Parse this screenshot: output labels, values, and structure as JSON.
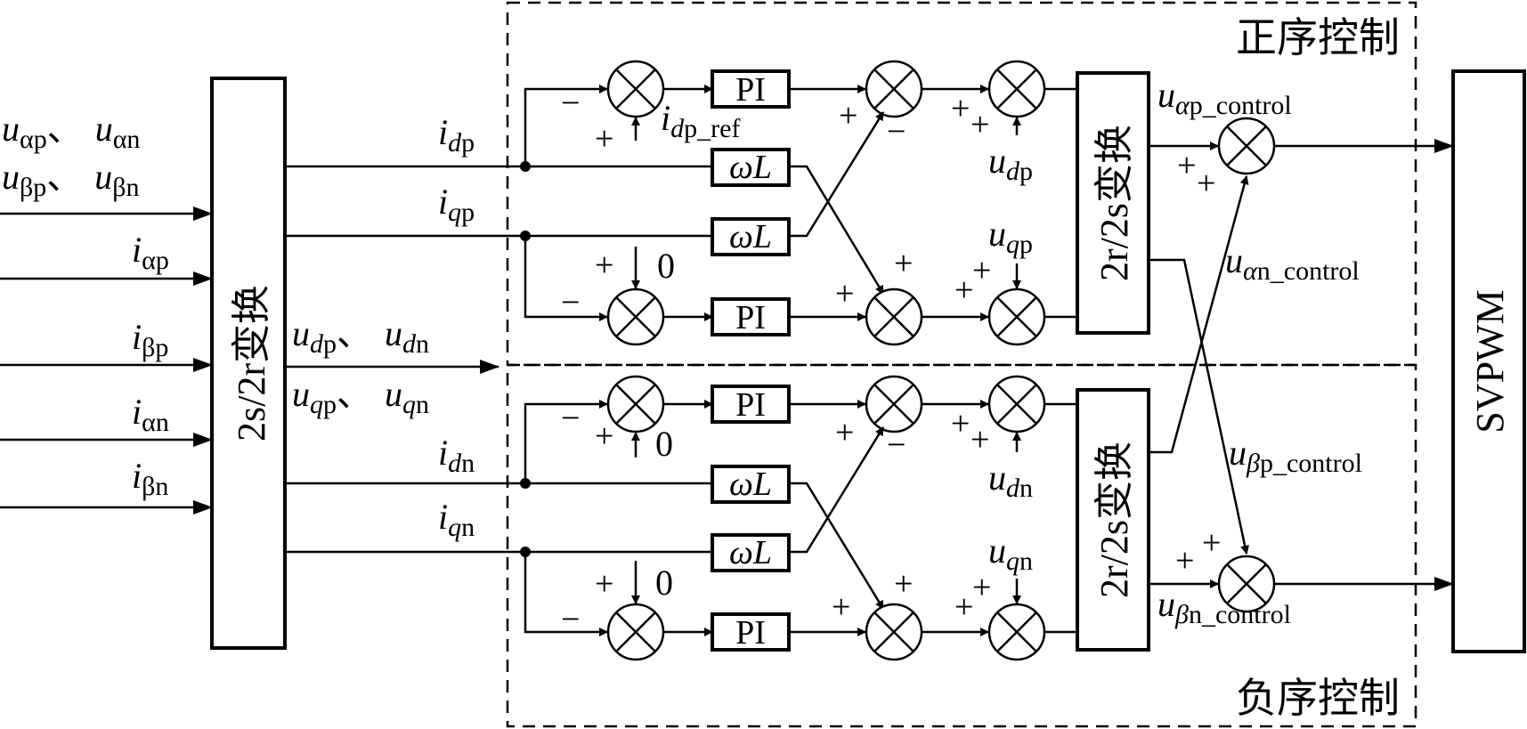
{
  "regions": {
    "positive_seq": "正序控制",
    "negative_seq": "负序控制"
  },
  "blocks": {
    "abc_to_dq": "2s/2r变换",
    "dq_to_ab_top": "2r/2s变换",
    "dq_to_ab_bottom": "2r/2s变换",
    "pi": "PI",
    "omega_L_sym": "ω",
    "omega_L_var": "L",
    "svpwm": "SVPWM"
  },
  "inputs": {
    "u_alpha": {
      "a1": "u",
      "a1s": "αp",
      "sep": "、",
      "a2": "u",
      "a2s": "αn"
    },
    "u_beta": {
      "a1": "u",
      "a1s": "βp",
      "sep": "、",
      "a2": "u",
      "a2s": "βn"
    },
    "i_alpha_p": {
      "v": "i",
      "s": "αp"
    },
    "i_beta_p": {
      "v": "i",
      "s": "βp"
    },
    "i_alpha_n": {
      "v": "i",
      "s": "αn"
    },
    "i_beta_n": {
      "v": "i",
      "s": "βn"
    }
  },
  "signals": {
    "i_dp": {
      "v": "i",
      "s1": "d",
      "s2": "p"
    },
    "i_qp": {
      "v": "i",
      "s1": "q",
      "s2": "p"
    },
    "i_dn": {
      "v": "i",
      "s1": "d",
      "s2": "n"
    },
    "i_qn": {
      "v": "i",
      "s1": "q",
      "s2": "n"
    },
    "u_dq_out": {
      "a": "u",
      "a1": "d",
      "a2": "p",
      "sep": "、",
      "b": "u",
      "b1": "d",
      "b2": "n"
    },
    "u_q_out": {
      "a": "u",
      "a1": "q",
      "a2": "p",
      "sep": "、",
      "b": "u",
      "b1": "q",
      "b2": "n"
    },
    "i_dp_ref": {
      "v": "i",
      "s1": "d",
      "s2": "p_ref"
    },
    "u_dp": {
      "v": "u",
      "s1": "d",
      "s2": "p"
    },
    "u_qp": {
      "v": "u",
      "s1": "q",
      "s2": "p"
    },
    "u_dn": {
      "v": "u",
      "s1": "d",
      "s2": "n"
    },
    "u_qn": {
      "v": "u",
      "s1": "q",
      "s2": "n"
    },
    "zero": "0"
  },
  "outputs": {
    "u_alpha_p_control": {
      "v": "u",
      "s1": "α",
      "s2": "p_control"
    },
    "u_alpha_n_control": {
      "v": "u",
      "s1": "α",
      "s2": "n_control"
    },
    "u_beta_p_control": {
      "v": "u",
      "s1": "β",
      "s2": "p_control"
    },
    "u_beta_n_control": {
      "v": "u",
      "s1": "β",
      "s2": "n_control"
    }
  },
  "signs": {
    "plus": "+",
    "minus": "−"
  }
}
